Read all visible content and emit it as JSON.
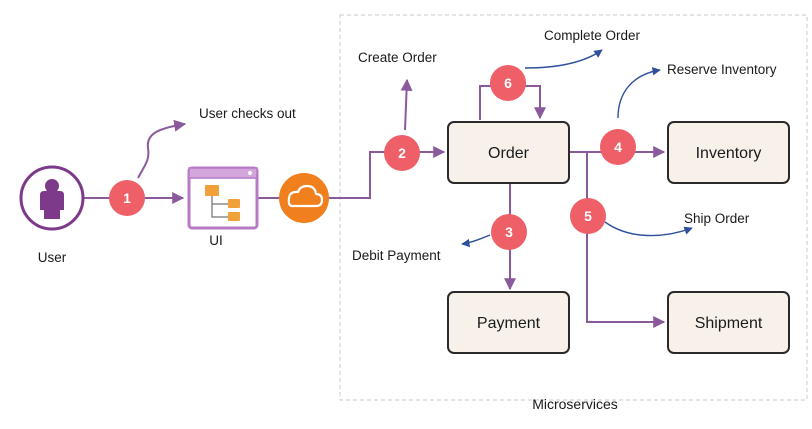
{
  "actor": {
    "label": "User"
  },
  "client": {
    "label": "UI"
  },
  "boundary": {
    "label": "Microservices"
  },
  "services": {
    "order": "Order",
    "inventory": "Inventory",
    "payment": "Payment",
    "shipment": "Shipment"
  },
  "steps": [
    "1",
    "2",
    "3",
    "4",
    "5",
    "6"
  ],
  "annotations": {
    "user_checks_out": "User checks out",
    "create_order": "Create Order",
    "complete_order": "Complete Order",
    "reserve_inventory": "Reserve Inventory",
    "ship_order": "Ship Order",
    "debit_payment": "Debit Payment"
  },
  "colors": {
    "flow": "#8a5a9c",
    "note_arrow": "#2e4f9a",
    "step_badge": "#ee5f68",
    "service_fill": "#f8f1ea",
    "service_border": "#2a2a2a",
    "actor": "#7d3a8a",
    "cloud": "#f07f1e",
    "folder": "#f0a13a",
    "boundary": "#c8c8c8"
  },
  "icons": {
    "actor": "user-icon",
    "client": "app-window-icon",
    "gateway": "cloud-icon"
  }
}
